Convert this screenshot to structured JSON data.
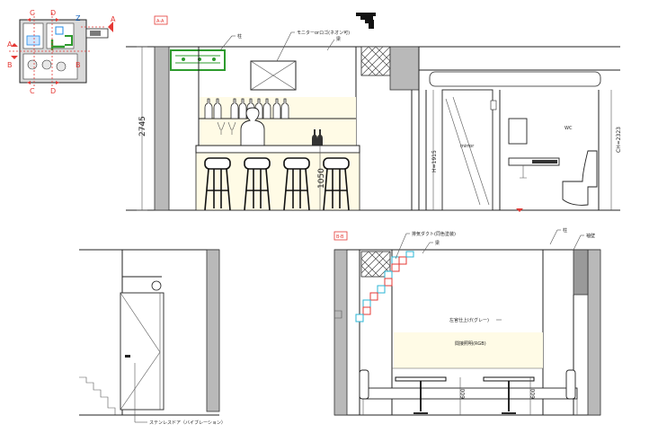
{
  "key_plan": {
    "labels": [
      "C",
      "D",
      "A",
      "B",
      "B",
      "C",
      "D",
      "A",
      "Z"
    ]
  },
  "section_aa": {
    "tag": "A-A",
    "annotations": {
      "pillar": "柱",
      "monitor": "モニターorロゴ(ネオン可)",
      "beam": "梁",
      "mirror": "mirror",
      "wc": "WC"
    },
    "dims": {
      "height": "2745",
      "counter": "1050",
      "door": "H=1915",
      "ceiling": "CH=2323"
    }
  },
  "section_bb": {
    "tag": "B-B",
    "annotations": {
      "duct": "排気ダクト(同色塗装)",
      "beam": "梁",
      "pillar": "柱",
      "side_wall": "袖壁",
      "finish": "左官仕上げ(グレー)",
      "lighting": "間接照明(RGB)"
    },
    "dims": {
      "table_left": "600",
      "table_right": "600"
    }
  },
  "section_door": {
    "annotations": {
      "door": "ステンレスドア（バイブレーション）"
    }
  },
  "colors": {
    "red": "#e53935",
    "green": "#2e9b2e",
    "blue": "#1e88e5",
    "cyan": "#29b6d6",
    "wall": "#b9b9b9",
    "light": "#fffbe6"
  }
}
